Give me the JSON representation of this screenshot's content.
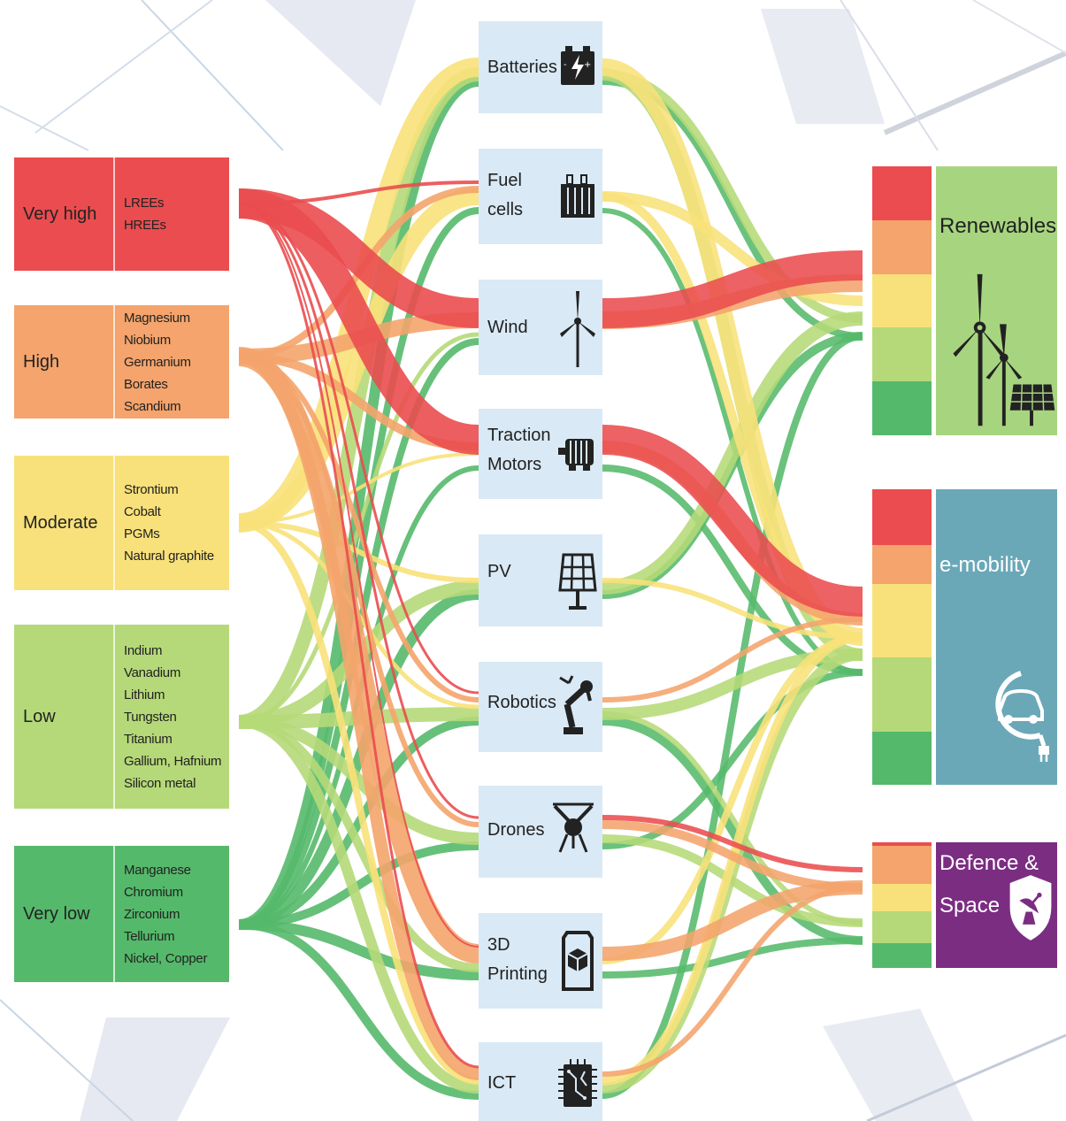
{
  "risk_levels": [
    {
      "id": "vh",
      "label": "Very high",
      "color": "#ea4c4f",
      "materials": [
        "LREEs",
        "HREEs"
      ]
    },
    {
      "id": "h",
      "label": "High",
      "color": "#f4a46c",
      "materials": [
        "Magnesium",
        "Niobium",
        "Germanium",
        "Borates",
        "Scandium"
      ]
    },
    {
      "id": "m",
      "label": "Moderate",
      "color": "#f8e17a",
      "materials": [
        "Strontium",
        "Cobalt",
        "PGMs",
        "Natural graphite"
      ]
    },
    {
      "id": "l",
      "label": "Low",
      "color": "#b5d978",
      "materials": [
        "Indium",
        "Vanadium",
        "Lithium",
        "Tungsten",
        "Titanium",
        "Gallium, Hafnium",
        "Silicon metal"
      ]
    },
    {
      "id": "vl",
      "label": "Very low",
      "color": "#55b96b",
      "materials": [
        "Manganese",
        "Chromium",
        "Zirconium",
        "Tellurium",
        "Nickel, Copper"
      ]
    }
  ],
  "technologies": [
    {
      "label": "Batteries",
      "icon": "battery-icon"
    },
    {
      "label": "Fuel\ncells",
      "icon": "fuel-cell-icon"
    },
    {
      "label": "Wind",
      "icon": "wind-turbine-icon"
    },
    {
      "label": "Traction\nMotors",
      "icon": "motor-icon"
    },
    {
      "label": "PV",
      "icon": "solar-panel-icon"
    },
    {
      "label": "Robotics",
      "icon": "robot-arm-icon"
    },
    {
      "label": "Drones",
      "icon": "drone-icon"
    },
    {
      "label": "3D\nPrinting",
      "icon": "3d-printer-icon"
    },
    {
      "label": "ICT",
      "icon": "chip-icon"
    }
  ],
  "sectors": [
    {
      "label": "Renewables",
      "color": "#a7d57f",
      "text_color": "#222222",
      "icon": "wind-solar-icon"
    },
    {
      "label": "e-mobility",
      "color": "#6aa8b8",
      "text_color": "#ffffff",
      "icon": "electric-car-icon"
    },
    {
      "label": "Defence &\nSpace",
      "color": "#7b2d82",
      "text_color": "#ffffff",
      "icon": "shield-satellite-icon"
    }
  ]
}
